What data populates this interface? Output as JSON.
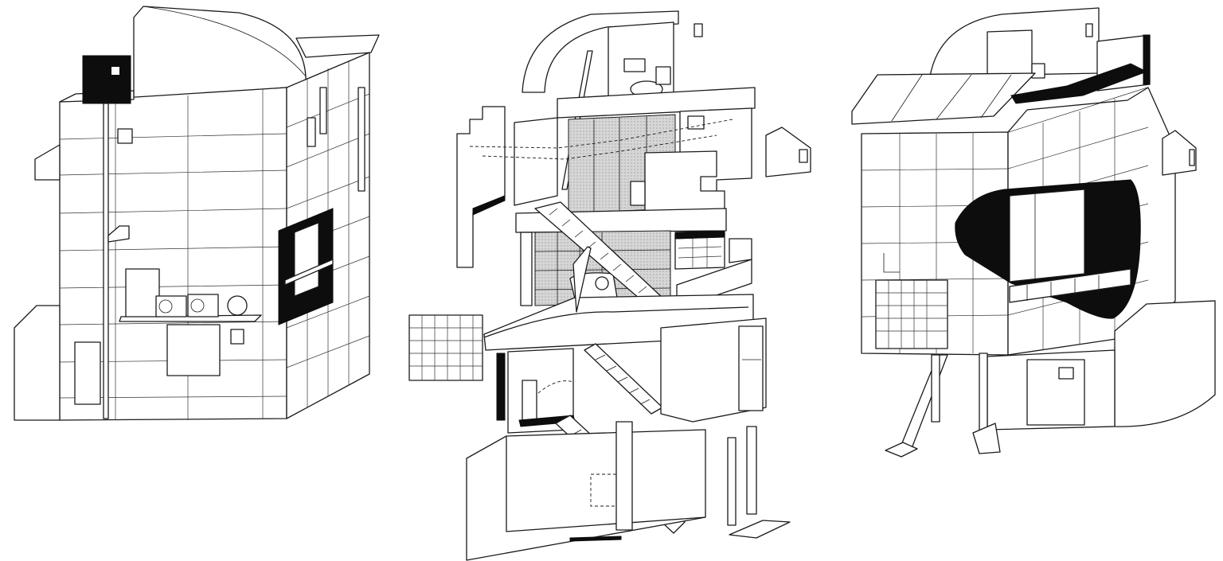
{
  "figure": {
    "views": [
      {
        "id": "left",
        "label": ""
      },
      {
        "id": "middle",
        "label": ""
      },
      {
        "id": "right",
        "label": ""
      }
    ]
  }
}
